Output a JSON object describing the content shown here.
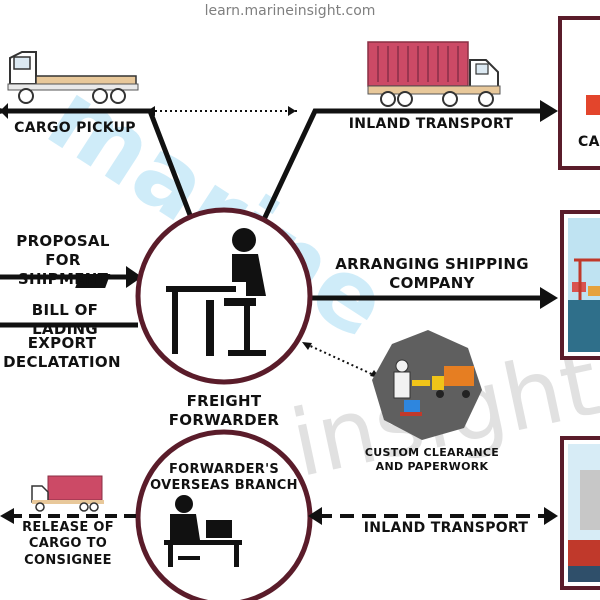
{
  "source": "learn.marineinsight.com",
  "watermark": {
    "brand": "marine",
    "brand2": "insight"
  },
  "labels": {
    "cargo_pickup": "CARGO PICKUP",
    "inland_transport_top": "INLAND TRANSPORT",
    "carrier_partial": "CA",
    "proposal": "PROPOSAL FOR SHIPMENT",
    "bill_of_lading": "BILL OF LADING",
    "export_declaration": "EXPORT DECLATATION",
    "arranging_shipping": "ARRANGING SHIPPING COMPANY",
    "freight_forwarder": "FREIGHT FORWARDER",
    "custom_clearance": "CUSTOM CLEARANCE AND PAPERWORK",
    "overseas_branch": "FORWARDER'S OVERSEAS BRANCH",
    "release_cargo": "RELEASE OF CARGO TO CONSIGNEE",
    "inland_transport_bottom": "INLAND TRANSPORT"
  },
  "colors": {
    "circle_border": "#5a1c2a",
    "container": "#cc4a66",
    "arrow": "#111111",
    "hex_bg": "#5f5f5f",
    "sky": "#bfe3f2"
  }
}
